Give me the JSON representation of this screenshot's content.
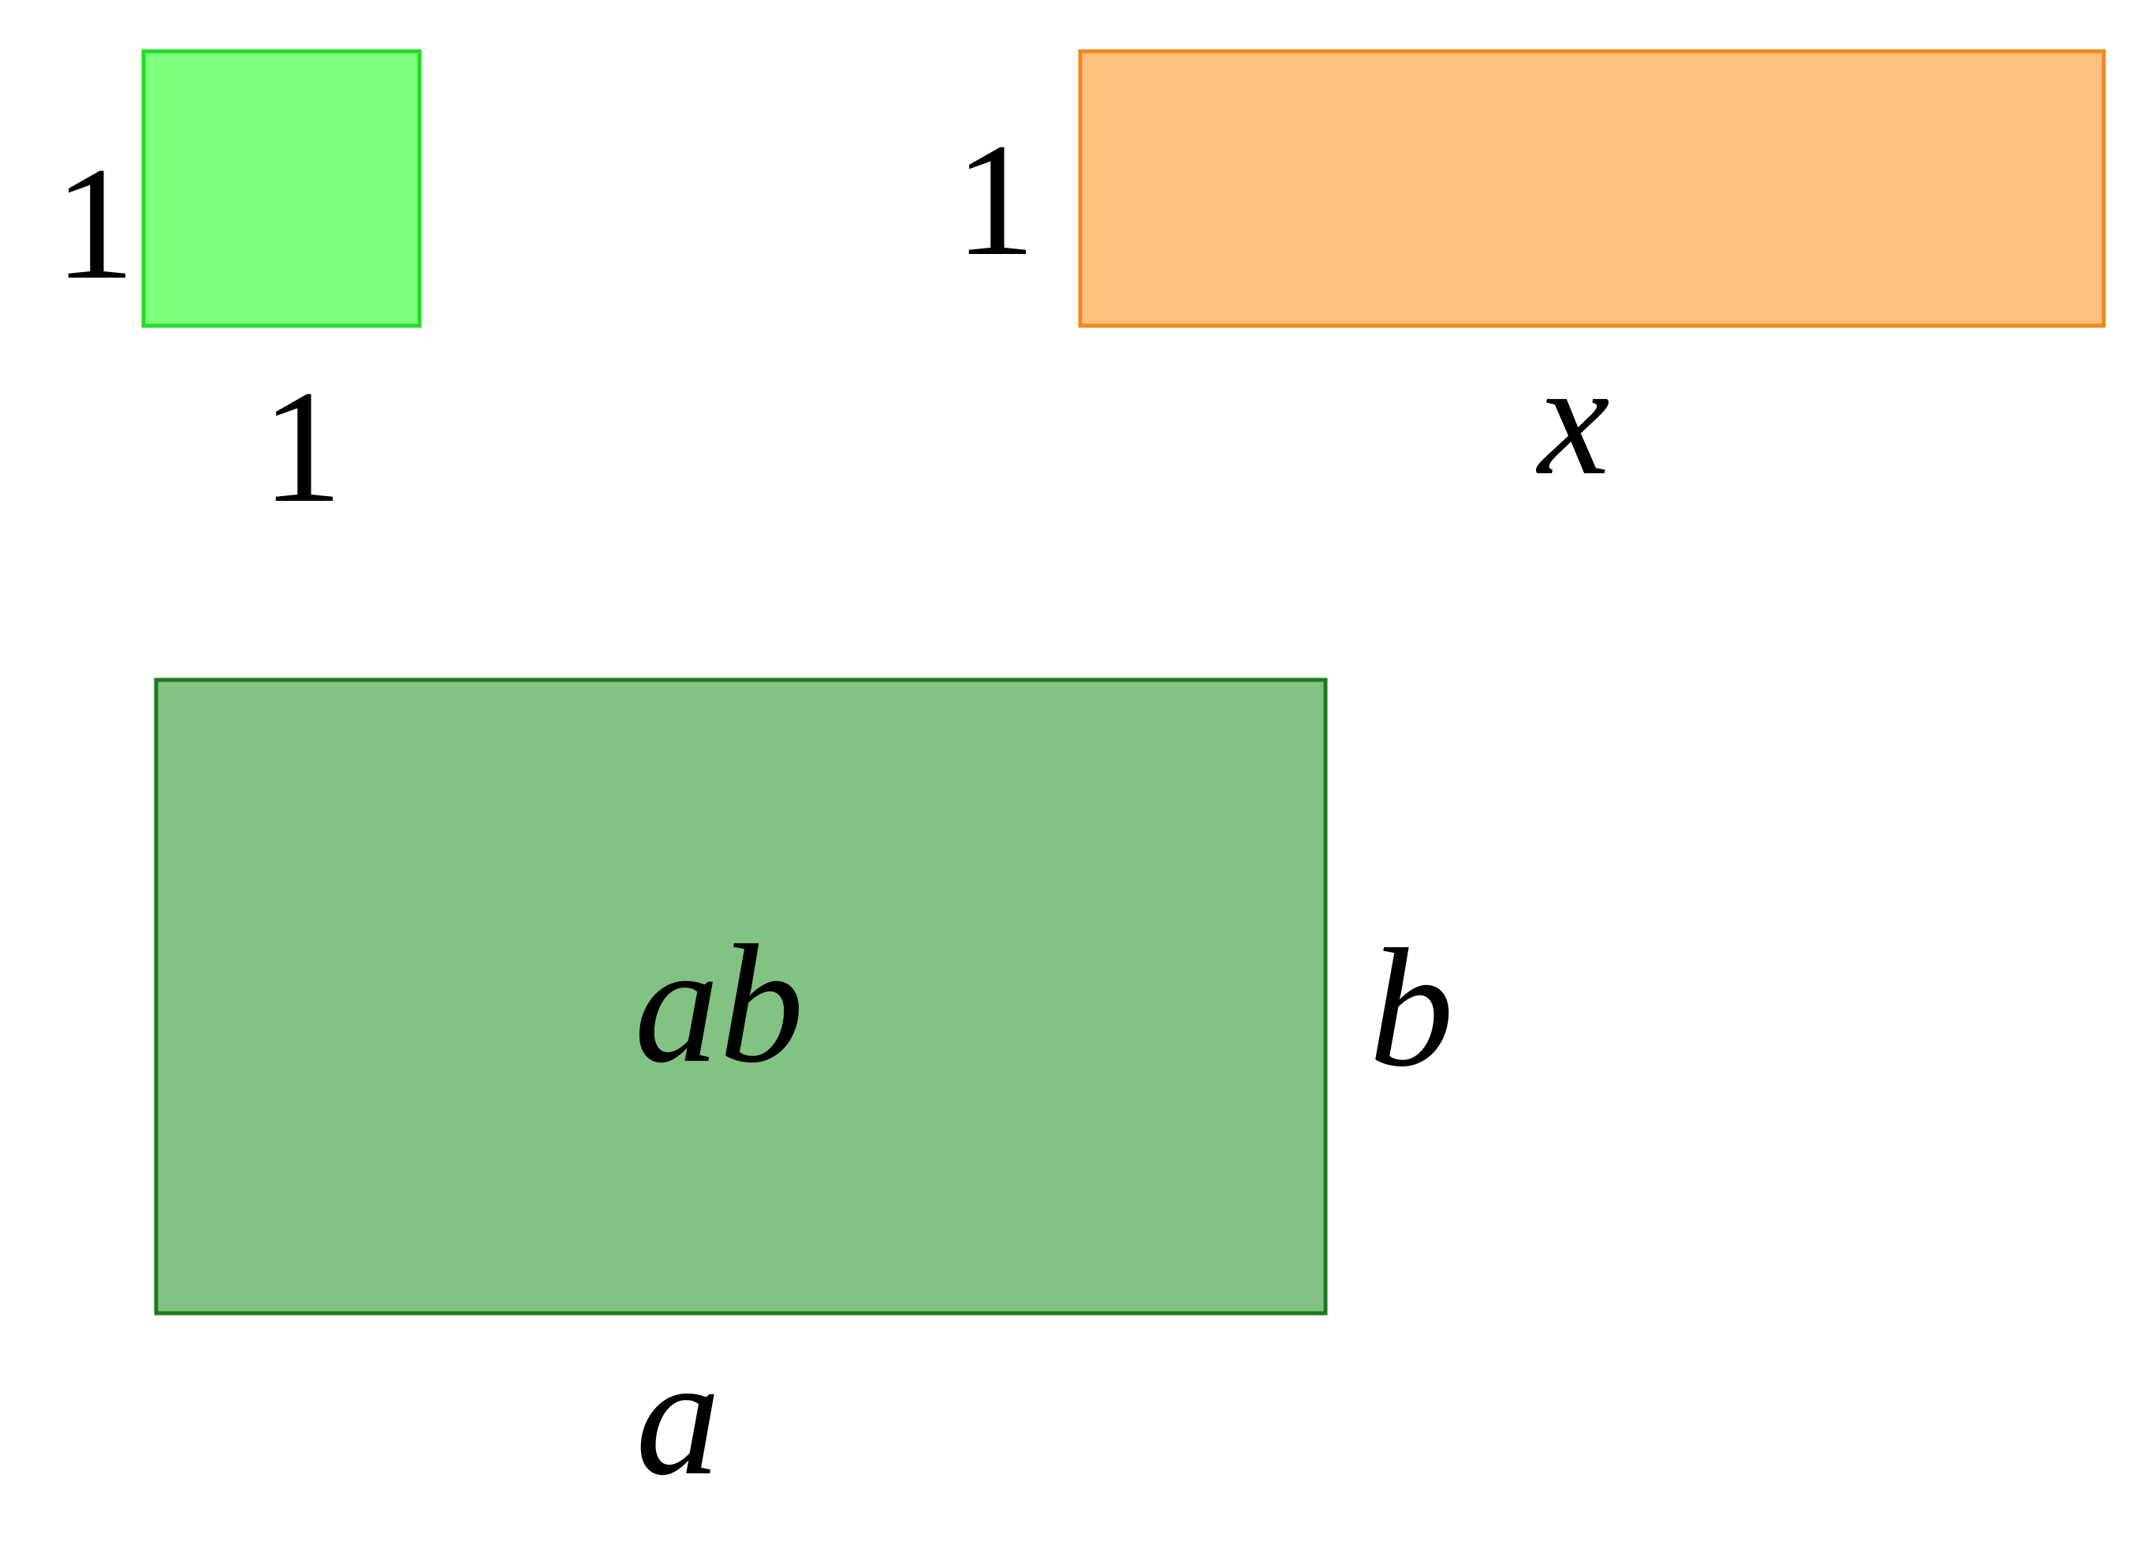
{
  "tiles": {
    "unit_square": {
      "fill": "#80ff80",
      "stroke": "#22dd22",
      "side_label": "1",
      "bottom_label": "1"
    },
    "x_tile": {
      "fill": "#ffc080",
      "stroke": "#f08a1a",
      "side_label": "1",
      "bottom_label": "x"
    },
    "ab_rect": {
      "fill": "#82c282",
      "stroke": "#1e7a1e",
      "center_label": "ab",
      "side_label": "b",
      "bottom_label": "a"
    }
  }
}
